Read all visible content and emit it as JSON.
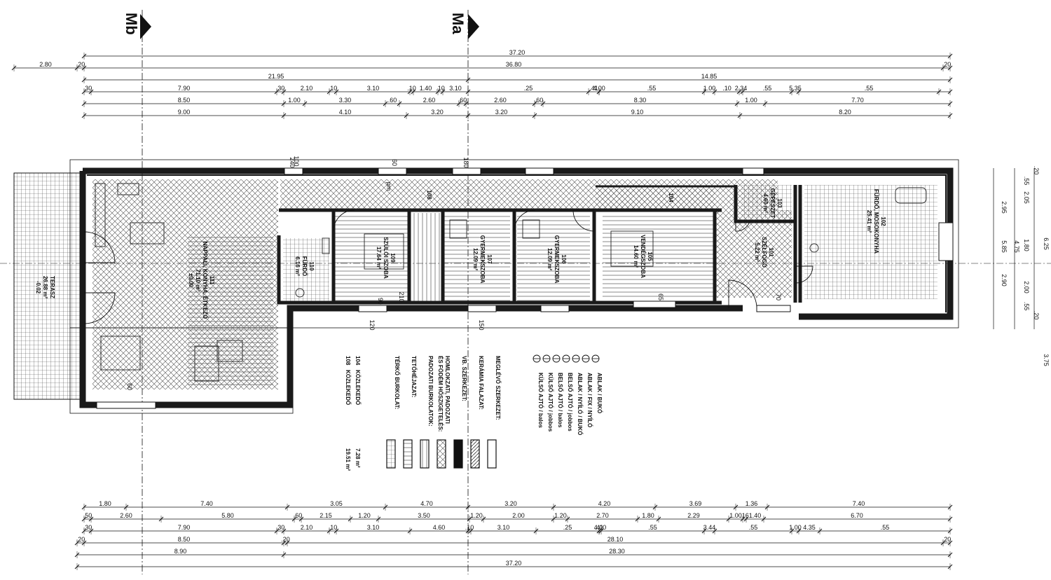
{
  "section_marks": [
    "Mb",
    "Ma"
  ],
  "top_dimensions": {
    "row1": [
      "37.20"
    ],
    "row2": [
      "2.80",
      ".20",
      "36.80",
      ".20"
    ],
    "row3": [
      "21.95",
      "14.85"
    ],
    "row4": [
      ".30",
      "7.90",
      ".30",
      "2.10",
      ".10",
      "3.10",
      ".10",
      "1.40",
      ".10",
      "3.10",
      ".25",
      ".41",
      "4.00",
      ".55",
      "1.00",
      ".10",
      "2.34",
      ".55",
      "5.35",
      ".55"
    ],
    "row5": [
      "8.50",
      "1.00",
      "3.30",
      ".60",
      "2.60",
      ".60",
      "2.60",
      ".60",
      "8.30",
      "1.00",
      "7.70"
    ],
    "row6": [
      "9.00",
      "4.10",
      "3.20",
      "3.20",
      "9.10",
      "8.20"
    ]
  },
  "bottom_dimensions": {
    "row1": [
      "1.80",
      "7.40",
      "3.05",
      "4.70",
      "3.20",
      "4.20",
      "3.69",
      "1.36",
      "7.40"
    ],
    "row2": [
      ".50",
      "2.60",
      "5.80",
      ".60",
      "2.15",
      "1.20",
      "3.50",
      "1.20",
      "2.00",
      "1.20",
      "2.70",
      "1.80",
      "2.29",
      "1.00",
      ".16",
      "1.40",
      "6.70"
    ],
    "row3": [
      ".30",
      "7.90",
      ".30",
      "2.10",
      ".10",
      "3.10",
      "4.60",
      ".10",
      "3.10",
      ".25",
      ".41",
      "4.00",
      ".55",
      "3.44",
      ".55",
      "1.00",
      "4.35",
      ".55"
    ],
    "row4": [
      ".20",
      "8.50",
      ".20",
      "28.10",
      ".20"
    ],
    "row5": [
      "8.90",
      "28.30"
    ],
    "row6": [
      "37.20"
    ]
  },
  "right_dimensions": [
    ".20",
    ".55",
    "2.05",
    "2.95",
    "1.80",
    "4.75",
    "5.85",
    "6.25",
    "2.90",
    "2.00",
    ".55",
    ".20",
    "3.75"
  ],
  "rooms": [
    {
      "name": "TERASZ",
      "area": "26.88 m²",
      "level": "-0.02"
    },
    {
      "name": "NAPPALI, KONYHA, ÉTKEZŐ",
      "number": "111",
      "area": "71.10 m²",
      "level": "±0.00"
    },
    {
      "name": "FÜRDŐ",
      "number": "110",
      "area": "6.16 m²"
    },
    {
      "name": "SZÜLŐI SZOBA",
      "number": "109",
      "area": "17.64 m²"
    },
    {
      "name": "GYERMEKSZOBA",
      "number": "107",
      "area": "12.09 m²"
    },
    {
      "name": "GYERMEKSZOBA",
      "number": "106",
      "area": "12.09 m²"
    },
    {
      "name": "VENDÉGSZOBA",
      "number": "105",
      "area": "14.60 m²"
    },
    {
      "name": "SZÉLFOGÓ",
      "number": "101",
      "area": "5.22 m²"
    },
    {
      "name": "GÉPÉSZET",
      "number": "103",
      "area": "4.60 m²"
    },
    {
      "name": "FÜRDŐ, MOSOKONYHA",
      "number": "102",
      "area": "25.41 m²"
    }
  ],
  "corridor_labels": [
    "108",
    "104"
  ],
  "opening_labels": [
    "100",
    "240",
    "60",
    "180",
    "pm",
    "90",
    "210",
    "120",
    "150",
    "70",
    "65",
    "60"
  ],
  "legend_symbols": [
    {
      "label": "ABLAK / BUKÓ"
    },
    {
      "label": "ABLAK / FIX / NYÍLÓ"
    },
    {
      "label": "ABLAK / NYÍLÓ / BUKÓ"
    },
    {
      "label": "BELSŐ AJTÓ / jobbos"
    },
    {
      "label": "BELSŐ AJTÓ / balos"
    },
    {
      "label": "KÜLSŐ AJTÓ / jobbos"
    },
    {
      "label": "KÜLSŐ AJTÓ / balos"
    }
  ],
  "legend_materials": [
    "MEGLÉVŐ SZERKEZET:",
    "KERÁMIA FALAZAT:",
    "VB. SZERKEZET:",
    "HOMLOKZATI, PADOZATI\nÉS FÖDÉM HŐSZIGETELÉS:",
    "PADOZATI BURKOLATOK:",
    "TETŐHÉJAZAT:",
    "TÉRKŐ BURKOLAT:"
  ],
  "legend_areas": [
    {
      "number": "104",
      "name": "KÖZLEKEDŐ",
      "area": "7.28 m²"
    },
    {
      "number": "108",
      "name": "KÖZLEKEDŐ",
      "area": "19.51 m²"
    }
  ],
  "colors": {
    "ink": "#111111",
    "paper": "#ffffff",
    "wall": "#1a1a1a",
    "hatch": "#555555"
  }
}
